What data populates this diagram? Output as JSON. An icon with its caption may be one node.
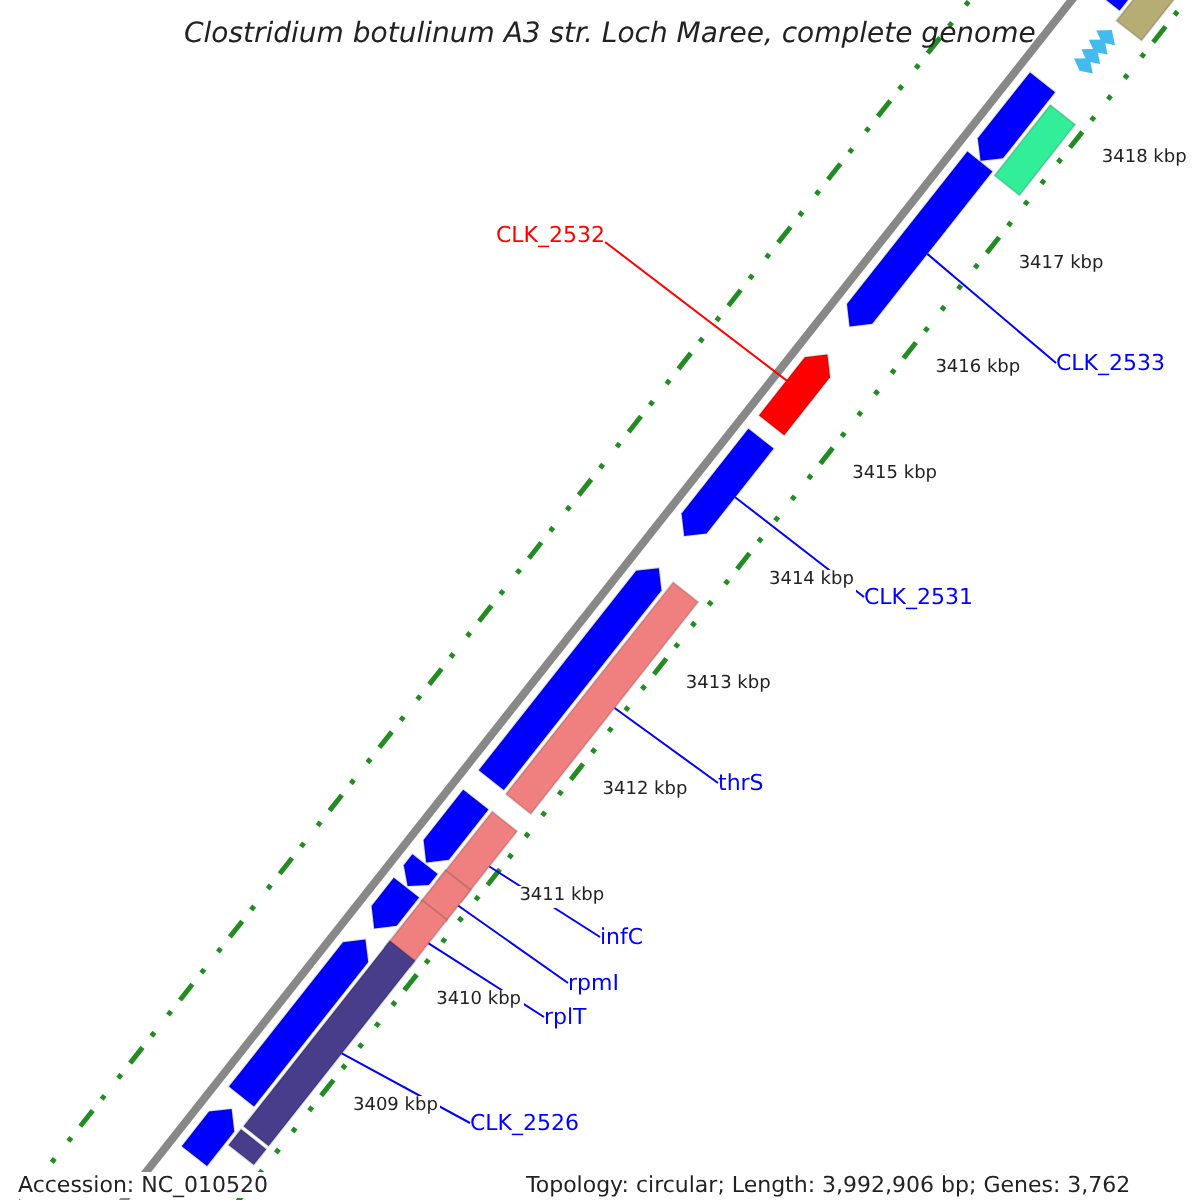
{
  "diagram": {
    "title": "Clostridium botulinum A3 str. Loch Maree, complete genome",
    "nodes": [
      {
        "text": [
          "CLK_2532"
        ]
      },
      {
        "text": [],
        "shape": "arrow"
      },
      {
        "text": [
          "CLK_2533"
        ]
      },
      {
        "text": [],
        "shape": "arrow"
      },
      {
        "text": [
          "CLK_2531"
        ]
      },
      {
        "text": [],
        "shape": "arrow"
      },
      {
        "text": [
          "thrS"
        ]
      },
      {
        "text": [],
        "shape": "bar"
      },
      {
        "text": [
          "infC"
        ]
      },
      {
        "text": [],
        "shape": "bar"
      },
      {
        "text": [
          "rpmI"
        ]
      },
      {
        "text": [],
        "shape": "bar"
      },
      {
        "text": [
          "rplT"
        ]
      },
      {
        "text": [],
        "shape": "bar"
      },
      {
        "text": [
          "CLK_2526"
        ]
      },
      {
        "text": [],
        "shape": "bar"
      },
      {
        "text": [],
        "shape": "bar"
      },
      {
        "text": [],
        "shape": "arrow"
      },
      {
        "text": [],
        "shape": "chevron"
      },
      {
        "text": [],
        "shape": "arrow"
      },
      {
        "text": [],
        "shape": "bar"
      },
      {
        "text": [],
        "shape": "arrow"
      },
      {
        "text": [],
        "shape": "arrow"
      },
      {
        "text": [],
        "shape": "arrow"
      },
      {
        "text": [],
        "shape": "arrow"
      },
      {
        "text": [],
        "shape": "arrow"
      },
      {
        "text": [],
        "shape": "arrow"
      },
      {
        "text": [],
        "shape": "bar"
      }
    ],
    "edges": [
      {
        "from": 0,
        "to": 1,
        "arrow": "none",
        "color": "#ff0000"
      },
      {
        "from": 2,
        "to": 3,
        "arrow": "none"
      },
      {
        "from": 4,
        "to": 5,
        "arrow": "none"
      },
      {
        "from": 6,
        "to": 7,
        "arrow": "none"
      },
      {
        "from": 8,
        "to": 9,
        "arrow": "none"
      },
      {
        "from": 10,
        "to": 11,
        "arrow": "none"
      },
      {
        "from": 12,
        "to": 13,
        "arrow": "none"
      },
      {
        "from": 14,
        "to": 15,
        "arrow": "none"
      }
    ],
    "labels": [
      "3418 kbp",
      "3417 kbp",
      "3416 kbp",
      "3415 kbp",
      "3414 kbp",
      "3413 kbp",
      "3412 kbp",
      "3411 kbp",
      "3410 kbp",
      "3409 kbp",
      "Accession: NC_010520",
      "Topology: circular; Length: 3,992,906 bp; Genes: 3,762"
    ]
  }
}
